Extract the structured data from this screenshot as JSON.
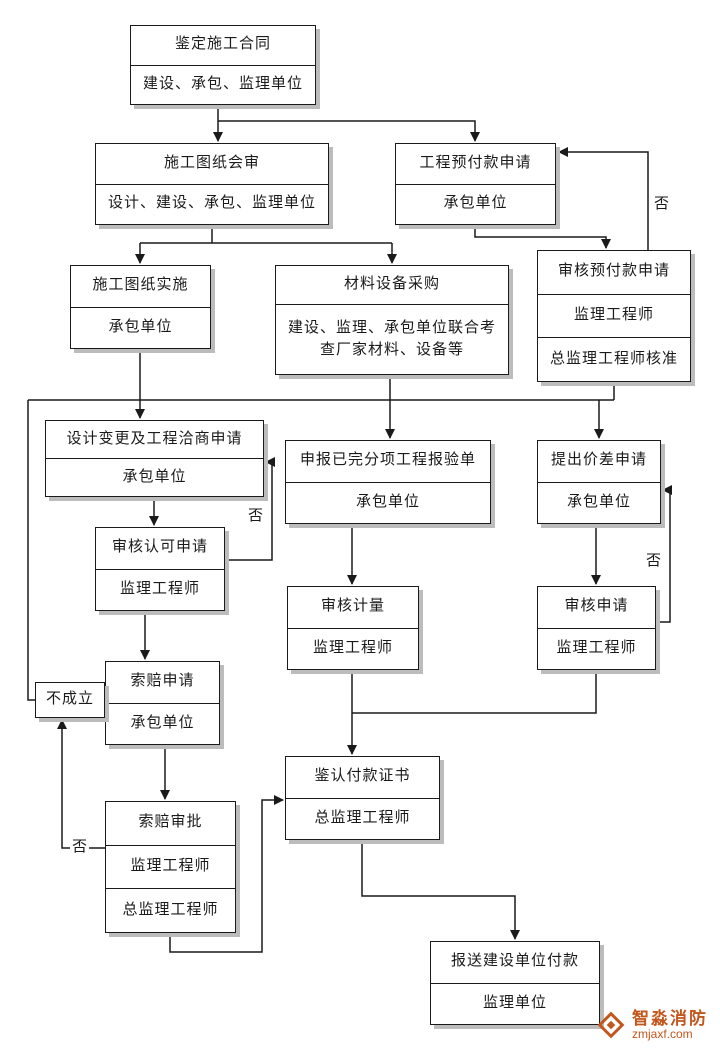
{
  "flow": {
    "no_label": "否",
    "nodes": {
      "contract": {
        "rows": [
          "鉴定施工合同",
          "建设、承包、监理单位"
        ]
      },
      "drawing_review": {
        "rows": [
          "施工图纸会审",
          "设计、建设、承包、监理单位"
        ]
      },
      "advance_payment_request": {
        "rows": [
          "工程预付款申请",
          "承包单位"
        ]
      },
      "advance_payment_audit": {
        "rows": [
          "审核预付款申请",
          "监理工程师",
          "总监理工程师核准"
        ]
      },
      "drawing_implementation": {
        "rows": [
          "施工图纸实施",
          "承包单位"
        ]
      },
      "material_procurement": {
        "rows": [
          "材料设备采购",
          "建设、监理、承包单位联合考查厂家材料、设备等"
        ]
      },
      "design_change_request": {
        "rows": [
          "设计变更及工程洽商申请",
          "承包单位"
        ]
      },
      "completed_item_report": {
        "rows": [
          "申报已完分项工程报验单",
          "承包单位"
        ]
      },
      "price_difference_request": {
        "rows": [
          "提出价差申请",
          "承包单位"
        ]
      },
      "approval_audit": {
        "rows": [
          "审核认可申请",
          "监理工程师"
        ]
      },
      "measurement_audit": {
        "rows": [
          "审核计量",
          "监理工程师"
        ]
      },
      "application_audit": {
        "rows": [
          "审核申请",
          "监理工程师"
        ]
      },
      "claim_request": {
        "rows": [
          "索赔申请",
          "承包单位"
        ]
      },
      "not_established": {
        "rows": [
          "不成立"
        ]
      },
      "payment_certificate": {
        "rows": [
          "鉴认付款证书",
          "总监理工程师"
        ]
      },
      "claim_approval": {
        "rows": [
          "索赔审批",
          "监理工程师",
          "总监理工程师"
        ]
      },
      "submit_payment": {
        "rows": [
          "报送建设单位付款",
          "监理单位"
        ]
      }
    }
  },
  "watermark": {
    "brand": "智淼消防",
    "site": "zmjaxf.com",
    "color": "#c2571d"
  }
}
